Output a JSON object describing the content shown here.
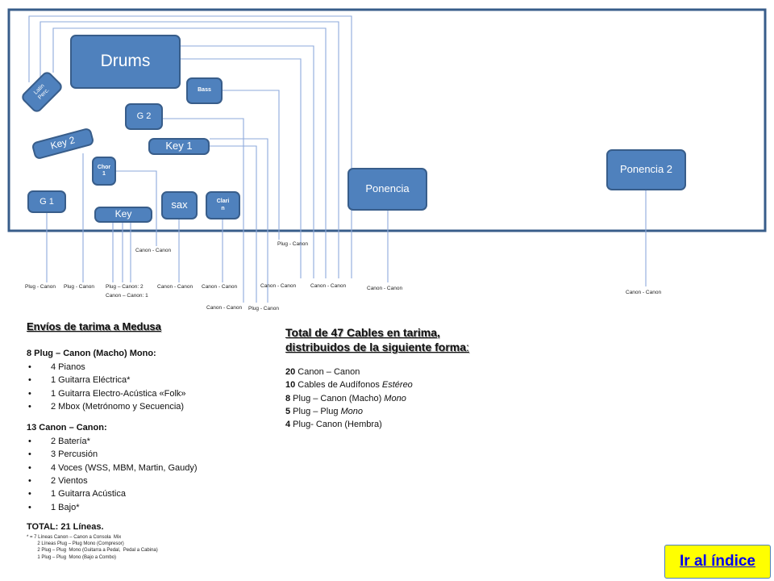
{
  "nodes": {
    "drums": "Drums",
    "latin_perc": "Latin\nPerc.",
    "bass": "Bass",
    "g2": "G 2",
    "key2": "Key 2",
    "key1": "Key 1",
    "chor1": "Chor\n1",
    "g1": "G 1",
    "sax": "sax",
    "clarin": "Clari\nn",
    "key": "Key",
    "ponencia": "Ponencia",
    "ponencia2": "Ponencia 2"
  },
  "cable_labels": {
    "plug_canon": "Plug - Canon",
    "canon_canon": "Canon - Canon",
    "key_line1": "Plug – Canon: 2",
    "key_line2": "Canon – Canon: 1"
  },
  "left_text": {
    "title": "Envíos de tarima a Medusa",
    "group1_title": "8 Plug – Canon (Macho)  Mono:",
    "group1_items": [
      "4 Pianos",
      "1 Guitarra Eléctrica*",
      "1 Guitarra Electro-Acústica «Folk»",
      "2 Mbox (Metrónomo y Secuencia)"
    ],
    "group2_title": "13 Canon – Canon:",
    "group2_items": [
      "2 Batería*",
      "3 Percusión",
      "4 Voces (WSS, MBM,  Martin, Gaudy)",
      "2 Vientos",
      "1 Guitarra Acústica",
      "1 Bajo*"
    ],
    "total": "TOTAL:  21 Líneas.",
    "note1": "* = 7 Líneas Canon – Canon a Consola  Mix",
    "note2": "        2 Líneas Plug – Plug Mono (Compresor)",
    "note3": "        2 Plug – Plug  Mono (Guitarra a Pedal,  Pedal a Cabina)",
    "note4": "        1 Plug – Plug  Mono (Bajo a Combo)"
  },
  "right_text": {
    "title_line1": "Total de 47 Cables en tarima,",
    "title_line2": "distribuidos de la siguiente forma",
    "title_colon": ":",
    "rows": [
      {
        "num": "20",
        "desc": " Canon – Canon",
        "em": ""
      },
      {
        "num": "10",
        "desc": " Cables de Audífonos ",
        "em": "Estéreo"
      },
      {
        "num": "8",
        "desc": " Plug – Canon (Macho) ",
        "em": "Mono"
      },
      {
        "num": "5",
        "desc": " Plug – Plug ",
        "em": "Mono"
      },
      {
        "num": "4",
        "desc": " Plug- Canon (Hembra)",
        "em": ""
      }
    ]
  },
  "goto_link": "Ir al índice",
  "colors": {
    "node_fill": "#4f81bd",
    "node_border": "#385d8a",
    "stage_border": "#385d8a",
    "wire": "#8eaadb",
    "link_bg": "#ffff00",
    "link_text": "#0000ee"
  }
}
